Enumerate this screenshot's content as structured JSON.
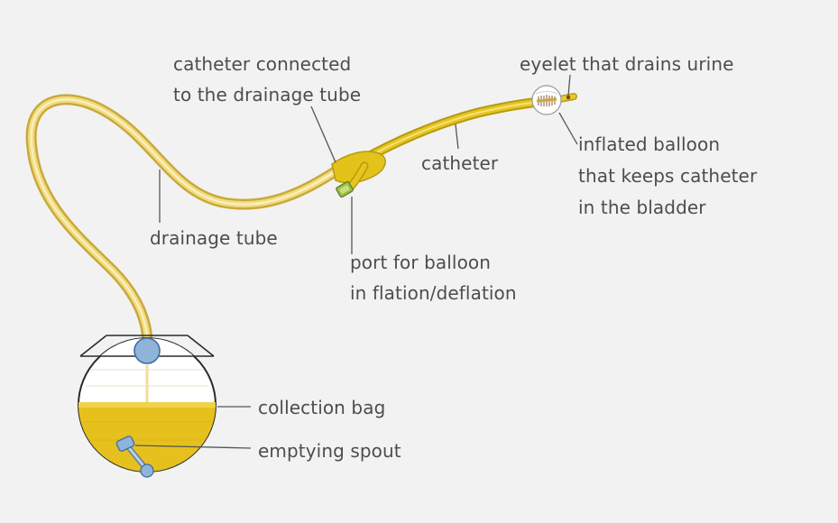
{
  "labels": {
    "catheter_connected_line1": "catheter connected",
    "catheter_connected_line2": "to the drainage tube",
    "eyelet": "eyelet that drains urine",
    "catheter": "catheter",
    "inflated_balloon_line1": "inflated balloon",
    "inflated_balloon_line2": "that keeps catheter",
    "inflated_balloon_line3": "in the bladder",
    "drainage_tube": "drainage tube",
    "port_line1": "port for balloon",
    "port_line2": "in flation/deflation",
    "collection_bag": "collection bag",
    "emptying_spout": "emptying spout"
  },
  "colors": {
    "background": "#f2f2f2",
    "tube_yellow": "#e8c94a",
    "catheter_yellow": "#e3c21a",
    "urine_yellow": "#e6c11e",
    "connector_blue": "#8fb3d9",
    "leader_line": "#555555"
  }
}
